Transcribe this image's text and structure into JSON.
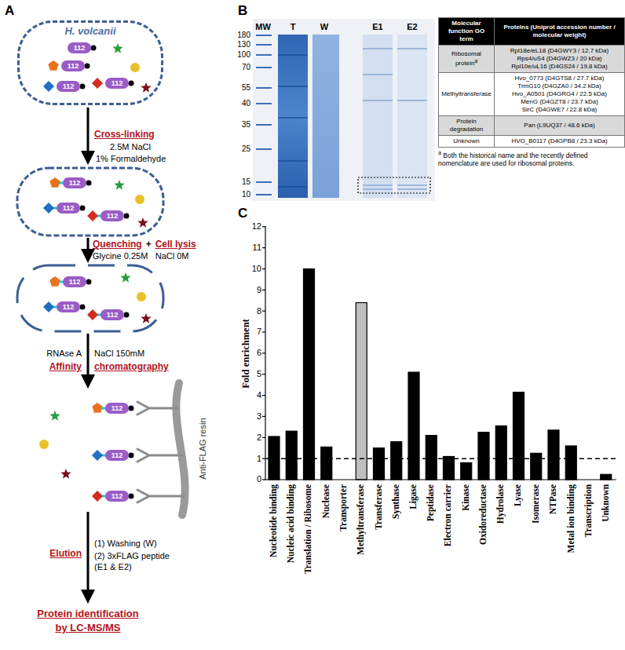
{
  "diagram": {
    "nodes": [
      {
        "text": [
          "H. volcanii"
        ]
      },
      {
        "text": [
          "112"
        ],
        "in": 0
      },
      {
        "text": [
          "112"
        ],
        "in": 0
      },
      {
        "text": [
          "112"
        ],
        "in": 0
      },
      {
        "text": [
          "112"
        ],
        "in": 0
      },
      {
        "text": [
          "112"
        ]
      },
      {
        "text": [
          "112"
        ]
      },
      {
        "text": [
          "112"
        ]
      },
      {
        "text": [
          "112"
        ]
      },
      {
        "text": [
          "112"
        ]
      },
      {
        "text": [
          "112"
        ]
      },
      {
        "text": [
          "112"
        ]
      },
      {
        "text": [
          "112"
        ]
      },
      {
        "text": [
          "112"
        ]
      }
    ],
    "labels": [
      "A",
      "Cross-linking",
      "2.5M NaCl",
      "1% Formaldehyde",
      "Quenching",
      "+",
      "Cell lysis",
      "Glycine 0.25M",
      "NaCl 0M",
      "RNAse A",
      "NaCl 150mM",
      "Affinity",
      "chromatography",
      "Anti-FLAG resin",
      "Elution",
      "(1) Washing (W)",
      "(2) 3xFLAG peptide",
      "(E1 & E2)",
      "Protein identification",
      "by LC-MS/MS",
      "B",
      "MW",
      "T",
      "W",
      "E1",
      "E2",
      "180",
      "130",
      "100",
      "70",
      "55",
      "40",
      "35",
      "25",
      "15",
      "10",
      "Molecular function GO term",
      "Proteins (Uniprot accession number / molecular weight)",
      "Ribosomal protein",
      "a",
      "Rpl18e/eL18 (D4GWY3 / 12.7 kDa)",
      "Rps4/uS4 (D4GWZ3 / 20 kDa)",
      "Rpl10e/uL16 (D4GS24 / 19.8 kDa)",
      "Methyltransferase",
      "Hvo_0773 (D4GTS8 / 27.7 kDa)",
      "TrmG10 (D4GZA0 / 34.2 kDa)",
      "Hvo_A0501 (D4GRG4 / 22.5 kDa)",
      "MenG (D4GZT8 / 23.7 kDa)",
      "SirC (D4GWE7 / 22.8 kDa)",
      "Protein degradation",
      "Pan (L9UQ37 / 48.6 kDa)",
      "Unknown",
      "HVO_B0117 (D4GPB8 / 23.3 kDa)",
      "a",
      "Both the historical name and the recently defined nomenclature are used for ribosomal proteins.",
      "C",
      "0",
      "1",
      "2",
      "3",
      "4",
      "5",
      "6",
      "7",
      "8",
      "9",
      "10",
      "11",
      "12",
      "Fold enrichment",
      "Nucleotide binding",
      "Nucleic acid binding",
      "Translation / Ribosome",
      "Nuclease",
      "Transporter",
      "Methyltransferase",
      "Transferase",
      "Synthase",
      "Ligase",
      "Peptidase",
      "Electron carrier",
      "Kinase",
      "Oxidoreductase",
      "Hydrolase",
      "Lyase",
      "Isomerase",
      "NTPase",
      "Metal ion binding",
      "Transcription",
      "Unknown"
    ]
  }
}
